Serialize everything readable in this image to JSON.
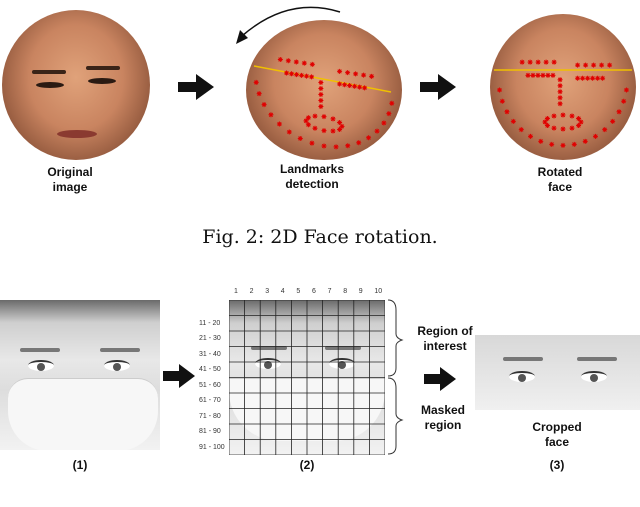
{
  "top_figure": {
    "steps": [
      {
        "label": "Original\nimage"
      },
      {
        "label": "Landmarks\ndetection"
      },
      {
        "label": "Rotated\nface"
      }
    ],
    "caption": "Fig. 2: 2D Face rotation.",
    "landmark_color": "#e00000",
    "eye_line_color": "#f0c000"
  },
  "bottom_figure": {
    "panels": [
      {
        "label": "(1)"
      },
      {
        "label": "(2)"
      },
      {
        "label": "(3)"
      }
    ],
    "grid": {
      "columns": [
        "1",
        "2",
        "3",
        "4",
        "5",
        "6",
        "7",
        "8",
        "9",
        "10"
      ],
      "rows": [
        "11 - 20",
        "21 - 30",
        "31 - 40",
        "41 - 50",
        "51 - 60",
        "61 - 70",
        "71 - 80",
        "81 - 90",
        "91 - 100"
      ]
    },
    "region_of_interest": "Region of\ninterest",
    "masked_region": "Masked\nregion",
    "cropped_face": "Cropped\nface"
  }
}
